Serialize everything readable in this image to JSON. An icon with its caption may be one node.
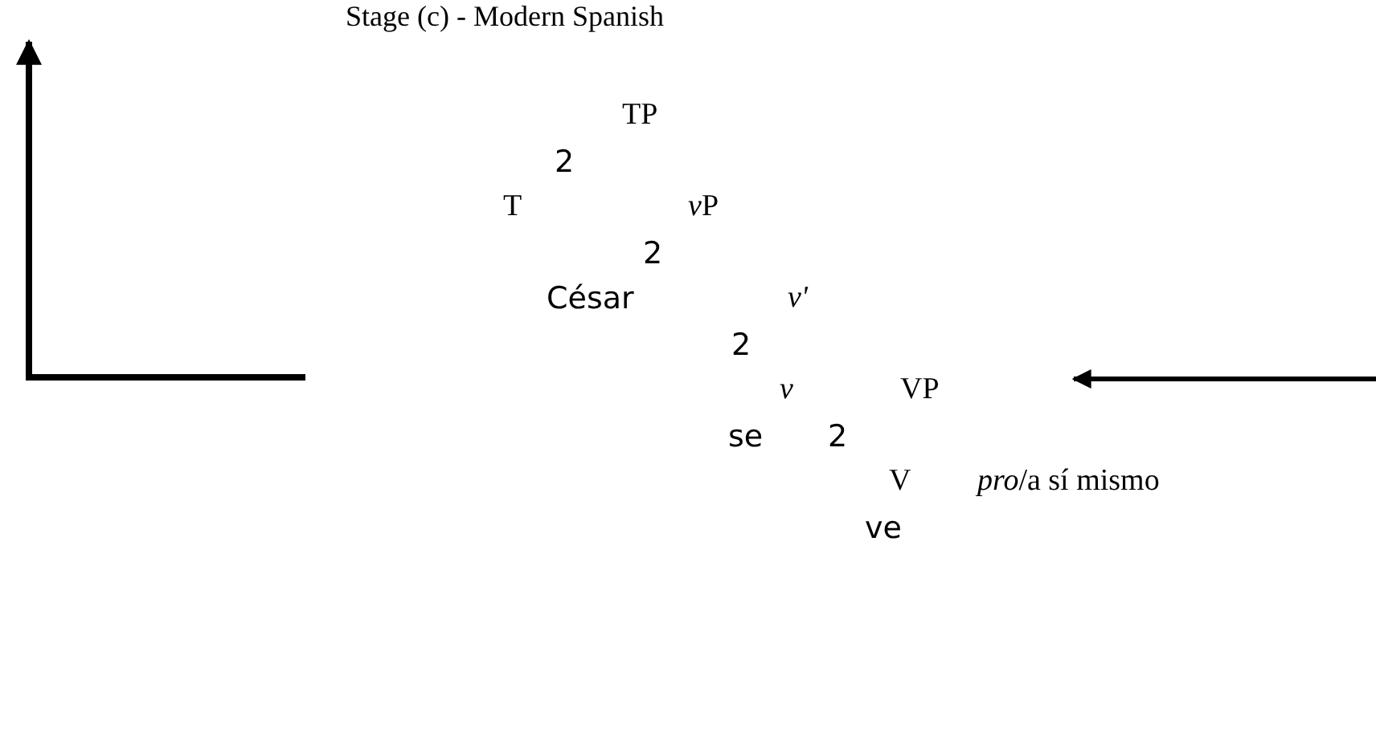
{
  "diagram": {
    "title": "Stage (c) - Modern Spanish",
    "labels": [
      "TP",
      "2",
      "T",
      "vP",
      "2",
      "César",
      "v'",
      "2",
      "v",
      "VP",
      "se",
      "2",
      "V",
      "*pro*/a sí mismo",
      "ve"
    ]
  }
}
